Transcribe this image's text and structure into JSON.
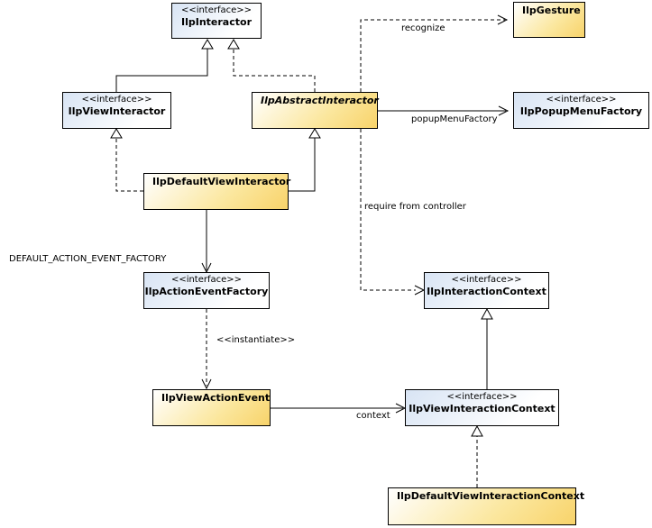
{
  "classes": {
    "ilp_interactor": {
      "stereotype": "<<interface>>",
      "name": "IlpInteractor"
    },
    "ilp_gesture": {
      "name": "IlpGesture"
    },
    "ilp_view_interactor": {
      "stereotype": "<<interface>>",
      "name": "IlpViewInteractor"
    },
    "ilp_abstract_interactor": {
      "name": "IlpAbstractInteractor"
    },
    "ilp_popup_menu_factory": {
      "stereotype": "<<interface>>",
      "name": "IlpPopupMenuFactory"
    },
    "ilp_default_view_interactor": {
      "name": "IlpDefaultViewInteractor"
    },
    "ilp_action_event_factory": {
      "stereotype": "<<interface>>",
      "name": "IlpActionEventFactory"
    },
    "ilp_interaction_context": {
      "stereotype": "<<interface>>",
      "name": "IlpInteractionContext"
    },
    "ilp_view_action_event": {
      "name": "IlpViewActionEvent"
    },
    "ilp_view_interaction_context": {
      "stereotype": "<<interface>>",
      "name": "IlpViewInteractionContext"
    },
    "ilp_default_view_interaction_context": {
      "name": "IlpDefaultViewInteractionContext"
    }
  },
  "edge_labels": {
    "recognize": "recognize",
    "popup_menu_factory": "popupMenuFactory",
    "require_from_controller": "require from controller",
    "default_action_event_factory": "DEFAULT_ACTION_EVENT_FACTORY",
    "instantiate": "<<instantiate>>",
    "context": "context"
  },
  "colors": {
    "interface_fill": "#d8e4f4",
    "class_fill": "#f8d36a",
    "line": "#000000"
  }
}
